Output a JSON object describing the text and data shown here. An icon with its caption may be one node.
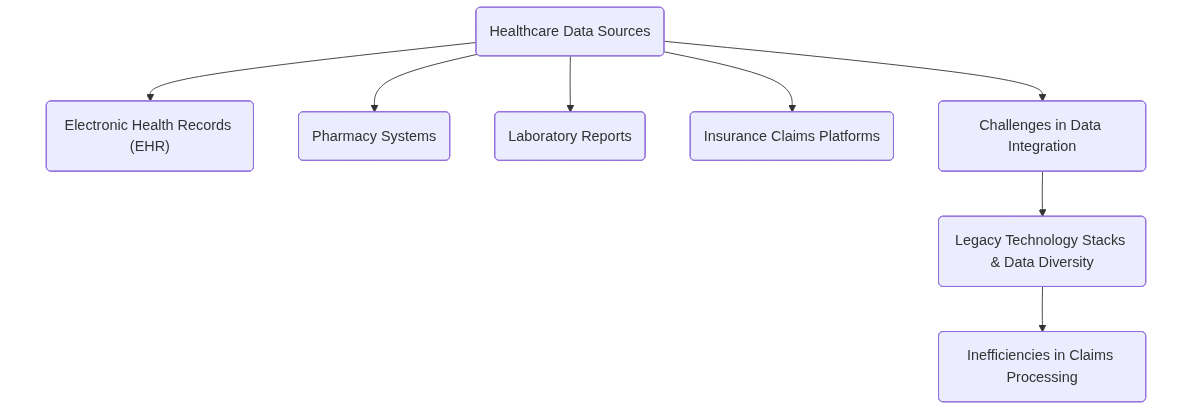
{
  "diagram": {
    "nodes": [
      {
        "text": [
          "Healthcare Data Sources"
        ]
      },
      {
        "text": [
          "Electronic Health Records (EHR)"
        ]
      },
      {
        "text": [
          "Pharmacy Systems"
        ]
      },
      {
        "text": [
          "Laboratory Reports"
        ]
      },
      {
        "text": [
          "Insurance Claims Platforms"
        ]
      },
      {
        "text": [
          "Challenges in Data Integration"
        ]
      },
      {
        "text": [
          "Legacy Technology Stacks & Data Diversity"
        ]
      },
      {
        "text": [
          "Inefficiencies in Claims Processing"
        ]
      }
    ],
    "edges": [
      {
        "from": 0,
        "to": 1,
        "arrow": "to"
      },
      {
        "from": 0,
        "to": 2,
        "arrow": "to"
      },
      {
        "from": 0,
        "to": 3,
        "arrow": "to"
      },
      {
        "from": 0,
        "to": 4,
        "arrow": "to"
      },
      {
        "from": 0,
        "to": 5,
        "arrow": "to"
      },
      {
        "from": 5,
        "to": 6,
        "arrow": "to"
      },
      {
        "from": 6,
        "to": 7,
        "arrow": "to"
      }
    ]
  }
}
